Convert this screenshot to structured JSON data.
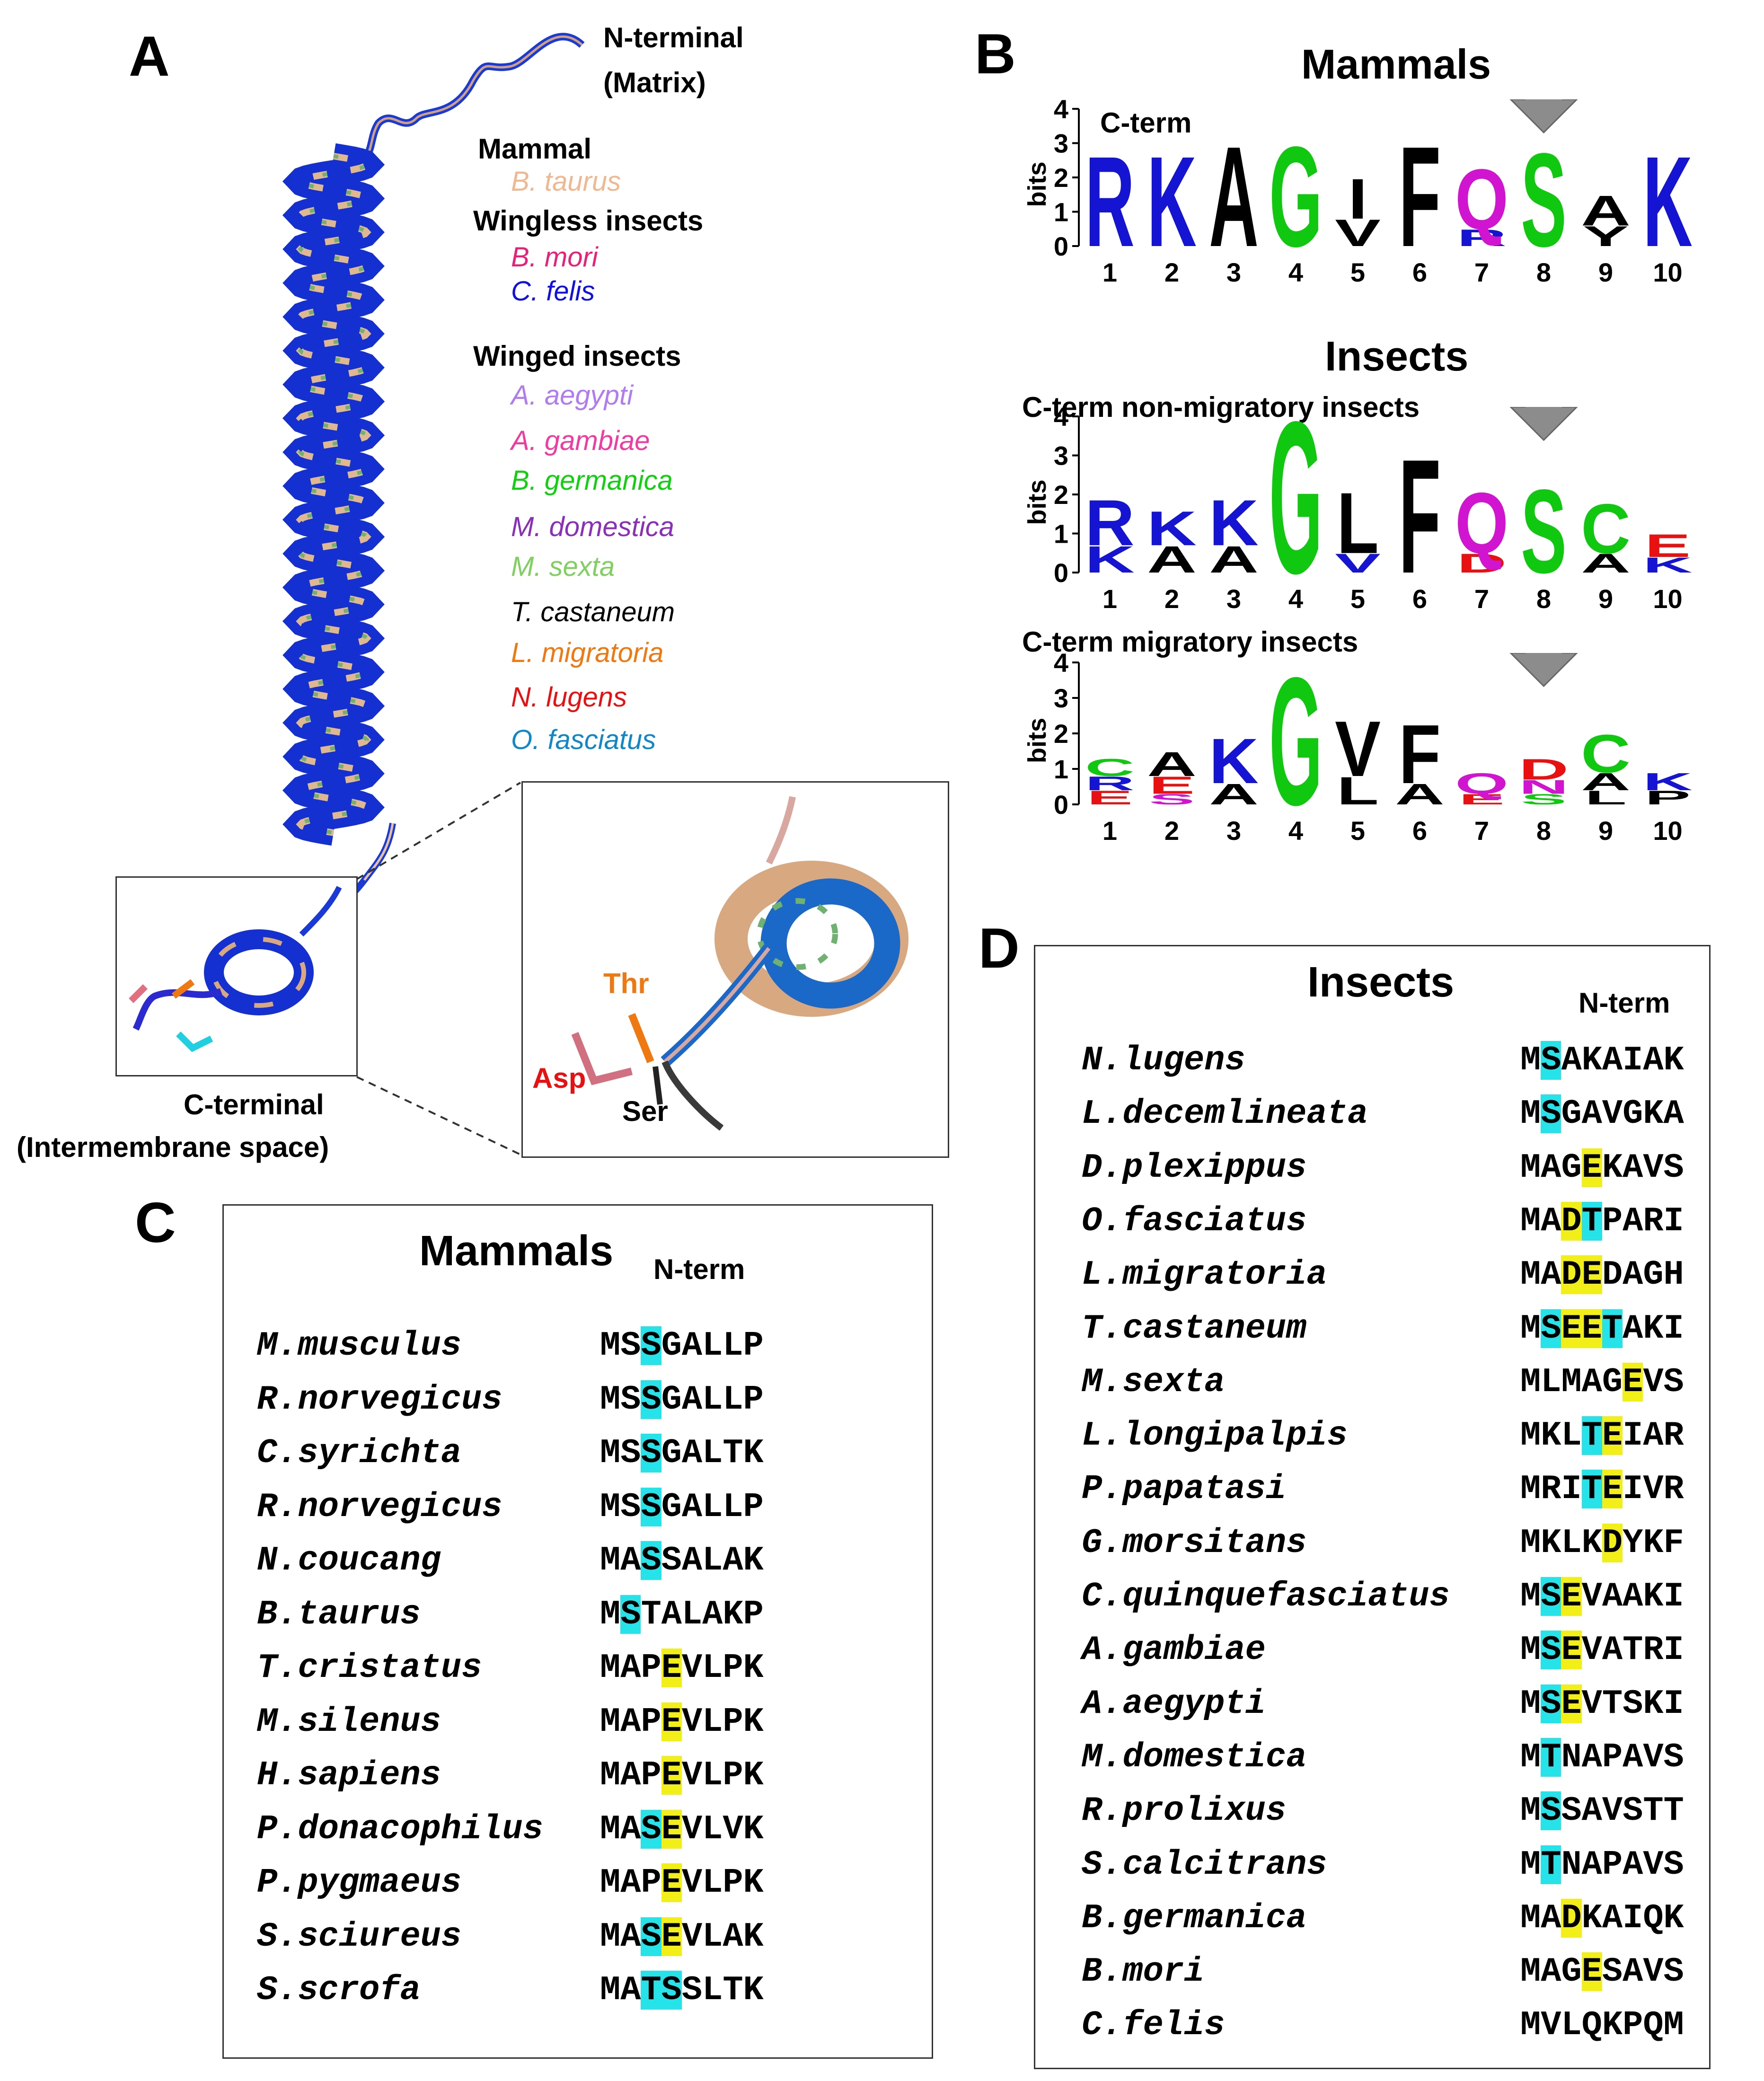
{
  "panels": {
    "a": "A",
    "b": "B",
    "c": "C",
    "d": "D"
  },
  "panel_a": {
    "n_terminal": "N-terminal",
    "n_terminal_sub": "(Matrix)",
    "c_terminal": "C-terminal",
    "c_terminal_sub": "(Intermembrane space)",
    "legend": [
      {
        "kind": "header",
        "text": "Mammal"
      },
      {
        "kind": "species",
        "text": "B. taurus",
        "color": "#f0b890"
      },
      {
        "kind": "header",
        "text": "Wingless insects"
      },
      {
        "kind": "species",
        "text": "B. mori",
        "color": "#e8207a"
      },
      {
        "kind": "species",
        "text": "C. felis",
        "color": "#1010e0"
      },
      {
        "kind": "header",
        "text": "Winged insects"
      },
      {
        "kind": "species",
        "text": "A. aegypti",
        "color": "#b07cf0"
      },
      {
        "kind": "species",
        "text": "A. gambiae",
        "color": "#f03ca0"
      },
      {
        "kind": "species",
        "text": "B. germanica",
        "color": "#10d010"
      },
      {
        "kind": "species",
        "text": "M. domestica",
        "color": "#8a30b8"
      },
      {
        "kind": "species",
        "text": "M. sexta",
        "color": "#80d060"
      },
      {
        "kind": "species",
        "text": "T. castaneum",
        "color": "#000000"
      },
      {
        "kind": "species",
        "text": "L. migratoria",
        "color": "#f07810"
      },
      {
        "kind": "species",
        "text": "N. lugens",
        "color": "#e81010"
      },
      {
        "kind": "species",
        "text": "O. fasciatus",
        "color": "#1088c8"
      }
    ],
    "inset_labels": {
      "thr": "Thr",
      "asp": "Asp",
      "ser": "Ser"
    }
  },
  "panel_b": {
    "mammals_title": "Mammals",
    "insects_title": "Insects",
    "logos": [
      {
        "subtitle": "C-term",
        "ylabel": "bits",
        "yticks": [
          "0",
          "1",
          "2",
          "3",
          "4"
        ],
        "positions": [
          "1",
          "2",
          "3",
          "4",
          "5",
          "6",
          "7",
          "8",
          "9",
          "10"
        ],
        "letters": [
          [
            {
              "l": "R",
              "h": 2.7,
              "c": "#1414d2"
            }
          ],
          [
            {
              "l": "K",
              "h": 2.7,
              "c": "#1414d2"
            }
          ],
          [
            {
              "l": "A",
              "h": 3.0,
              "c": "#000000"
            }
          ],
          [
            {
              "l": "G",
              "h": 3.0,
              "c": "#10c810"
            }
          ],
          [
            {
              "l": "I",
              "h": 1.2,
              "c": "#000000"
            },
            {
              "l": "V",
              "h": 0.8,
              "c": "#000000"
            }
          ],
          [
            {
              "l": "F",
              "h": 3.0,
              "c": "#000000"
            }
          ],
          [
            {
              "l": "Q",
              "h": 1.8,
              "c": "#d014d0"
            },
            {
              "l": "R",
              "h": 0.5,
              "c": "#1414d2"
            }
          ],
          [
            {
              "l": "S",
              "h": 2.8,
              "c": "#10c810"
            }
          ],
          [
            {
              "l": "A",
              "h": 0.9,
              "c": "#000000"
            },
            {
              "l": "Y",
              "h": 0.6,
              "c": "#000000"
            }
          ],
          [
            {
              "l": "K",
              "h": 2.7,
              "c": "#1414d2"
            }
          ]
        ],
        "arrow_position": "8"
      },
      {
        "subtitle": "C-term non-migratory insects",
        "ylabel": "bits",
        "yticks": [
          "0",
          "1",
          "2",
          "3",
          "4"
        ],
        "positions": [
          "1",
          "2",
          "3",
          "4",
          "5",
          "6",
          "7",
          "8",
          "9",
          "10"
        ],
        "letters": [
          [
            {
              "l": "R",
              "h": 1.2,
              "c": "#1414d2"
            },
            {
              "l": "K",
              "h": 0.7,
              "c": "#1414d2"
            }
          ],
          [
            {
              "l": "K",
              "h": 0.9,
              "c": "#1414d2"
            },
            {
              "l": "A",
              "h": 0.7,
              "c": "#000000"
            }
          ],
          [
            {
              "l": "K",
              "h": 1.2,
              "c": "#1414d2"
            },
            {
              "l": "A",
              "h": 0.7,
              "c": "#000000"
            }
          ],
          [
            {
              "l": "G",
              "h": 4.0,
              "c": "#10c810"
            }
          ],
          [
            {
              "l": "L",
              "h": 1.6,
              "c": "#000000"
            },
            {
              "l": "V",
              "h": 0.5,
              "c": "#1414d2"
            }
          ],
          [
            {
              "l": "F",
              "h": 3.0,
              "c": "#000000"
            }
          ],
          [
            {
              "l": "Q",
              "h": 1.6,
              "c": "#d014d0"
            },
            {
              "l": "D",
              "h": 0.5,
              "c": "#e81010"
            }
          ],
          [
            {
              "l": "S",
              "h": 2.2,
              "c": "#10c810"
            }
          ],
          [
            {
              "l": "C",
              "h": 1.3,
              "c": "#10c810"
            },
            {
              "l": "A",
              "h": 0.5,
              "c": "#000000"
            }
          ],
          [
            {
              "l": "E",
              "h": 0.6,
              "c": "#e81010"
            },
            {
              "l": "K",
              "h": 0.4,
              "c": "#1414d2"
            }
          ]
        ],
        "arrow_position": "8"
      },
      {
        "subtitle": "C-term migratory insects",
        "ylabel": "bits",
        "yticks": [
          "0",
          "1",
          "2",
          "3",
          "4"
        ],
        "positions": [
          "1",
          "2",
          "3",
          "4",
          "5",
          "6",
          "7",
          "8",
          "9",
          "10"
        ],
        "letters": [
          [
            {
              "l": "C",
              "h": 0.5,
              "c": "#10c810"
            },
            {
              "l": "E",
              "h": 0.4,
              "c": "#e81010"
            },
            {
              "l": "R",
              "h": 0.4,
              "c": "#1414d2"
            }
          ],
          [
            {
              "l": "A",
              "h": 0.7,
              "c": "#000000"
            },
            {
              "l": "E",
              "h": 0.5,
              "c": "#e81010"
            },
            {
              "l": "S",
              "h": 0.3,
              "c": "#d014d0"
            }
          ],
          [
            {
              "l": "K",
              "h": 1.3,
              "c": "#1414d2"
            },
            {
              "l": "A",
              "h": 0.6,
              "c": "#000000"
            }
          ],
          [
            {
              "l": "G",
              "h": 3.7,
              "c": "#10c810"
            }
          ],
          [
            {
              "l": "V",
              "h": 1.6,
              "c": "#000000"
            },
            {
              "l": "L",
              "h": 0.8,
              "c": "#000000"
            }
          ],
          [
            {
              "l": "F",
              "h": 1.7,
              "c": "#000000"
            },
            {
              "l": "A",
              "h": 0.6,
              "c": "#000000"
            }
          ],
          [
            {
              "l": "Q",
              "h": 0.6,
              "c": "#d014d0"
            },
            {
              "l": "E",
              "h": 0.3,
              "c": "#e81010"
            }
          ],
          [
            {
              "l": "D",
              "h": 0.6,
              "c": "#e81010"
            },
            {
              "l": "N",
              "h": 0.4,
              "c": "#d014d0"
            },
            {
              "l": "S",
              "h": 0.3,
              "c": "#10c810"
            }
          ],
          [
            {
              "l": "C",
              "h": 1.1,
              "c": "#10c810"
            },
            {
              "l": "A",
              "h": 0.5,
              "c": "#000000"
            },
            {
              "l": "L",
              "h": 0.4,
              "c": "#000000"
            }
          ],
          [
            {
              "l": "K",
              "h": 0.5,
              "c": "#1414d2"
            },
            {
              "l": "P",
              "h": 0.4,
              "c": "#000000"
            }
          ]
        ],
        "arrow_position": "8"
      }
    ]
  },
  "panel_c": {
    "title": "Mammals",
    "subtitle": "N-term",
    "rows": [
      {
        "species": "M.musculus",
        "seq": "MSSGALLP",
        "hl": [
          null,
          null,
          "c",
          null,
          null,
          null,
          null,
          null
        ]
      },
      {
        "species": "R.norvegicus",
        "seq": "MSSGALLP",
        "hl": [
          null,
          null,
          "c",
          null,
          null,
          null,
          null,
          null
        ]
      },
      {
        "species": "C.syrichta",
        "seq": "MSSGALTK",
        "hl": [
          null,
          null,
          "c",
          null,
          null,
          null,
          null,
          null
        ]
      },
      {
        "species": "R.norvegicus",
        "seq": "MSSGALLP",
        "hl": [
          null,
          null,
          "c",
          null,
          null,
          null,
          null,
          null
        ]
      },
      {
        "species": "N.coucang",
        "seq": "MASSALAK",
        "hl": [
          null,
          null,
          "c",
          null,
          null,
          null,
          null,
          null
        ]
      },
      {
        "species": "B.taurus",
        "seq": "MSTALAKP",
        "hl": [
          null,
          "c",
          null,
          null,
          null,
          null,
          null,
          null
        ]
      },
      {
        "species": "T.cristatus",
        "seq": "MAPEVLPK",
        "hl": [
          null,
          null,
          null,
          "y",
          null,
          null,
          null,
          null
        ]
      },
      {
        "species": "M.silenus",
        "seq": "MAPEVLPK",
        "hl": [
          null,
          null,
          null,
          "y",
          null,
          null,
          null,
          null
        ]
      },
      {
        "species": "H.sapiens",
        "seq": "MAPEVLPK",
        "hl": [
          null,
          null,
          null,
          "y",
          null,
          null,
          null,
          null
        ]
      },
      {
        "species": "P.donacophilus",
        "seq": "MASEVLVK",
        "hl": [
          null,
          null,
          "c",
          "y",
          null,
          null,
          null,
          null
        ]
      },
      {
        "species": "P.pygmaeus",
        "seq": "MAPEVLPK",
        "hl": [
          null,
          null,
          null,
          "y",
          null,
          null,
          null,
          null
        ]
      },
      {
        "species": "S.sciureus",
        "seq": "MASEVLAK",
        "hl": [
          null,
          null,
          "c",
          "y",
          null,
          null,
          null,
          null
        ]
      },
      {
        "species": "S.scrofa",
        "seq": "MATSSLTK",
        "hl": [
          null,
          null,
          "c",
          "c",
          null,
          null,
          null,
          null
        ]
      }
    ]
  },
  "panel_d": {
    "title": "Insects",
    "subtitle": "N-term",
    "rows": [
      {
        "species": "N.lugens",
        "seq": "MSAKAIAK",
        "hl": [
          null,
          "c",
          null,
          null,
          null,
          null,
          null,
          null
        ]
      },
      {
        "species": "L.decemlineata",
        "seq": "MSGAVGKA",
        "hl": [
          null,
          "c",
          null,
          null,
          null,
          null,
          null,
          null
        ]
      },
      {
        "species": "D.plexippus",
        "seq": "MAGEKAVS",
        "hl": [
          null,
          null,
          null,
          "y",
          null,
          null,
          null,
          null
        ]
      },
      {
        "species": "O.fasciatus",
        "seq": "MADTPARI",
        "hl": [
          null,
          null,
          "y",
          "c",
          null,
          null,
          null,
          null
        ]
      },
      {
        "species": "L.migratoria",
        "seq": "MADEDAGH",
        "hl": [
          null,
          null,
          "y",
          "y",
          null,
          null,
          null,
          null
        ]
      },
      {
        "species": "T.castaneum",
        "seq": "MSEETAKI",
        "hl": [
          null,
          "c",
          "y",
          "y",
          "c",
          null,
          null,
          null
        ]
      },
      {
        "species": "M.sexta",
        "seq": "MLMAGEVS",
        "hl": [
          null,
          null,
          null,
          null,
          null,
          "y",
          null,
          null
        ]
      },
      {
        "species": "L.longipalpis",
        "seq": "MKLTEIAR",
        "hl": [
          null,
          null,
          null,
          "c",
          "y",
          null,
          null,
          null
        ]
      },
      {
        "species": "P.papatasi",
        "seq": "MRITEIVR",
        "hl": [
          null,
          null,
          null,
          "c",
          "y",
          null,
          null,
          null
        ]
      },
      {
        "species": "G.morsitans",
        "seq": "MKLKDYKF",
        "hl": [
          null,
          null,
          null,
          null,
          "y",
          null,
          null,
          null
        ]
      },
      {
        "species": "C.quinquefasciatus",
        "seq": "MSEVAAKI",
        "hl": [
          null,
          "c",
          "y",
          null,
          null,
          null,
          null,
          null
        ]
      },
      {
        "species": "A.gambiae",
        "seq": "MSEVATRI",
        "hl": [
          null,
          "c",
          "y",
          null,
          null,
          null,
          null,
          null
        ]
      },
      {
        "species": "A.aegypti",
        "seq": "MSEVTSKI",
        "hl": [
          null,
          "c",
          "y",
          null,
          null,
          null,
          null,
          null
        ]
      },
      {
        "species": "M.domestica",
        "seq": "MTNAPAVS",
        "hl": [
          null,
          "c",
          null,
          null,
          null,
          null,
          null,
          null
        ]
      },
      {
        "species": "R.prolixus",
        "seq": "MSSAVSTT",
        "hl": [
          null,
          "c",
          null,
          null,
          null,
          null,
          null,
          null
        ]
      },
      {
        "species": "S.calcitrans",
        "seq": "MTNAPAVS",
        "hl": [
          null,
          "c",
          null,
          null,
          null,
          null,
          null,
          null
        ]
      },
      {
        "species": "B.germanica",
        "seq": "MADKAIQK",
        "hl": [
          null,
          null,
          "y",
          null,
          null,
          null,
          null,
          null
        ]
      },
      {
        "species": "B.mori",
        "seq": "MAGESAVS",
        "hl": [
          null,
          null,
          null,
          "y",
          null,
          null,
          null,
          null
        ]
      },
      {
        "species": "C.felis",
        "seq": "MVLQKPQM",
        "hl": [
          null,
          null,
          null,
          null,
          null,
          null,
          null,
          null
        ]
      }
    ]
  }
}
